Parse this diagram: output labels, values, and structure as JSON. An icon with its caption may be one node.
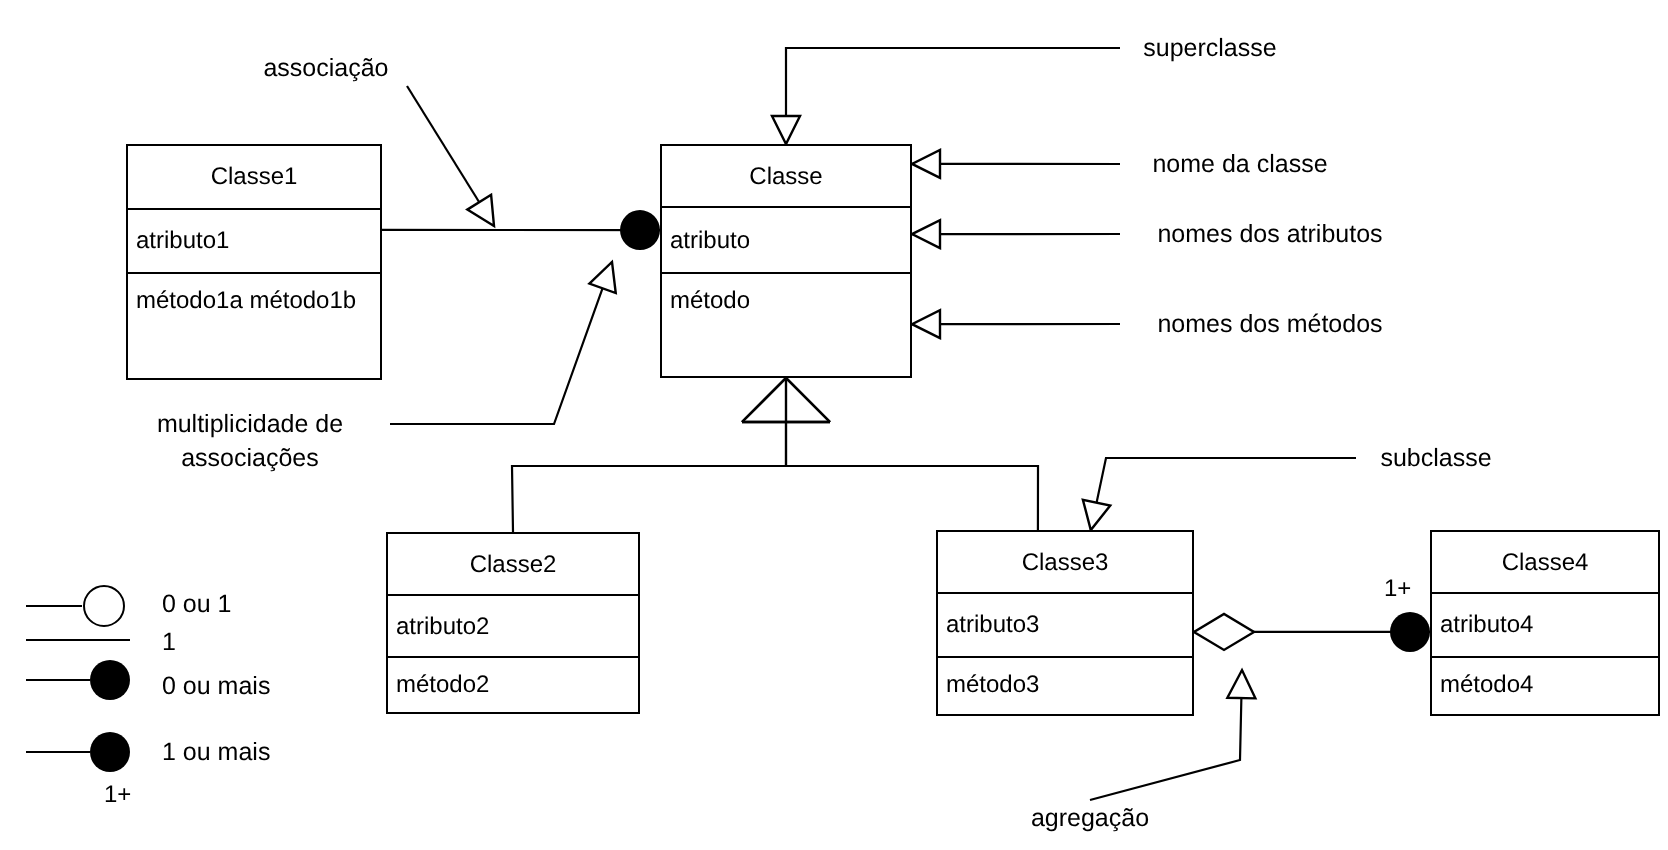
{
  "diagram": {
    "nodes": [
      {
        "text": [
          "Classe1",
          "atributo1",
          "método1a método1b"
        ]
      },
      {
        "text": [
          "Classe",
          "atributo",
          "método"
        ]
      },
      {
        "text": [
          "Classe2",
          "atributo2",
          "método2"
        ]
      },
      {
        "text": [
          "Classe3",
          "atributo3",
          "método3"
        ]
      },
      {
        "text": [
          "Classe4",
          "atributo4",
          "método4"
        ]
      },
      {
        "text": [
          "associação"
        ]
      },
      {
        "text": [
          "superclasse"
        ]
      },
      {
        "text": [
          "nome da classe"
        ]
      },
      {
        "text": [
          "nomes dos atributos"
        ]
      },
      {
        "text": [
          "nomes dos métodos"
        ]
      },
      {
        "text": [
          "multiplicidade de associações"
        ]
      },
      {
        "text": [
          "subclasse"
        ]
      },
      {
        "text": [
          "agregação"
        ]
      }
    ],
    "edges": [
      {
        "from": 0,
        "to": 1,
        "arrow": "other"
      },
      {
        "from": 2,
        "to": 1,
        "arrow": "to"
      },
      {
        "from": 3,
        "to": 1,
        "arrow": "to"
      },
      {
        "from": 3,
        "to": 4,
        "arrow": "other",
        "label": "1+"
      },
      {
        "from": 5,
        "to": null,
        "arrow": "to"
      },
      {
        "from": 6,
        "to": 1,
        "arrow": "to"
      },
      {
        "from": 7,
        "to": 1,
        "arrow": "to"
      },
      {
        "from": 8,
        "to": 1,
        "arrow": "to"
      },
      {
        "from": 9,
        "to": 1,
        "arrow": "to"
      },
      {
        "from": 10,
        "to": 1,
        "arrow": "to"
      },
      {
        "from": 11,
        "to": 3,
        "arrow": "to"
      },
      {
        "from": 12,
        "to": 3,
        "arrow": "to"
      }
    ],
    "labels": [
      "1+"
    ],
    "legend": [
      {
        "text": "0 ou 1"
      },
      {
        "text": "1"
      },
      {
        "text": "0 ou mais"
      },
      {
        "text": "1 ou mais"
      }
    ]
  }
}
